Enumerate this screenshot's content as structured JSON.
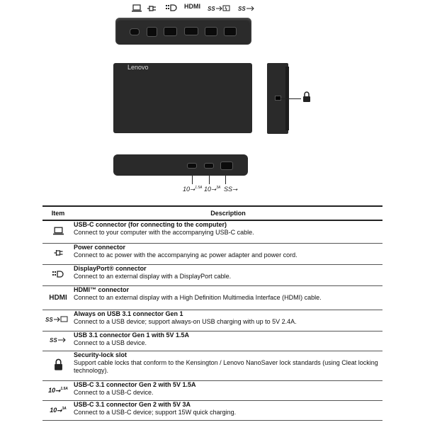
{
  "figure": {
    "top_port_labels": [
      "HDMI"
    ],
    "brand": "Lenovo",
    "bottom_port_labels": [
      "10⭢",
      "10⭢",
      "SS⭢"
    ],
    "bottom_port_sublabels": [
      "1.5A",
      "3A"
    ]
  },
  "table": {
    "header_item": "Item",
    "header_description": "Description",
    "rows": [
      {
        "icon": "laptop-icon",
        "title": "USB-C connector (for connecting to the computer)",
        "desc": "Connect to your computer with the accompanying USB-C cable."
      },
      {
        "icon": "power-plug-icon",
        "title": "Power connector",
        "desc": "Connect to ac power with the accompanying ac power adapter and power cord."
      },
      {
        "icon": "displayport-icon",
        "title": "DisplayPort® connector",
        "desc": "Connect to an external display with a DisplayPort cable."
      },
      {
        "icon": "hdmi-icon",
        "icon_text": "HDMI",
        "title": "HDMI™ connector",
        "desc": "Connect to an external display with a High Definition Multimedia Interface (HDMI) cable."
      },
      {
        "icon": "usb-ss-charge-icon",
        "title": "Always on USB 3.1 connector Gen 1",
        "desc": "Connect to a USB device; support always-on USB charging with up to 5V 2.4A."
      },
      {
        "icon": "usb-ss-icon",
        "title": "USB 3.1 connector Gen 1 with 5V 1.5A",
        "desc": "Connect to a USB device."
      },
      {
        "icon": "lock-icon",
        "title": "Security-lock slot",
        "desc": "Support cable locks that conform to the Kensington / Lenovo NanoSaver lock standards (using Cleat locking technology)."
      },
      {
        "icon": "usbc-10-1.5a-icon",
        "icon_sub": "1.5A",
        "title": "USB-C 3.1 connector Gen 2 with 5V 1.5A",
        "desc": "Connect to a USB-C device."
      },
      {
        "icon": "usbc-10-3a-icon",
        "icon_sub": "3A",
        "title": "USB-C 3.1 connector Gen 2 with 5V 3A",
        "desc": "Connect to a USB-C device; support 15W quick charging."
      }
    ]
  }
}
